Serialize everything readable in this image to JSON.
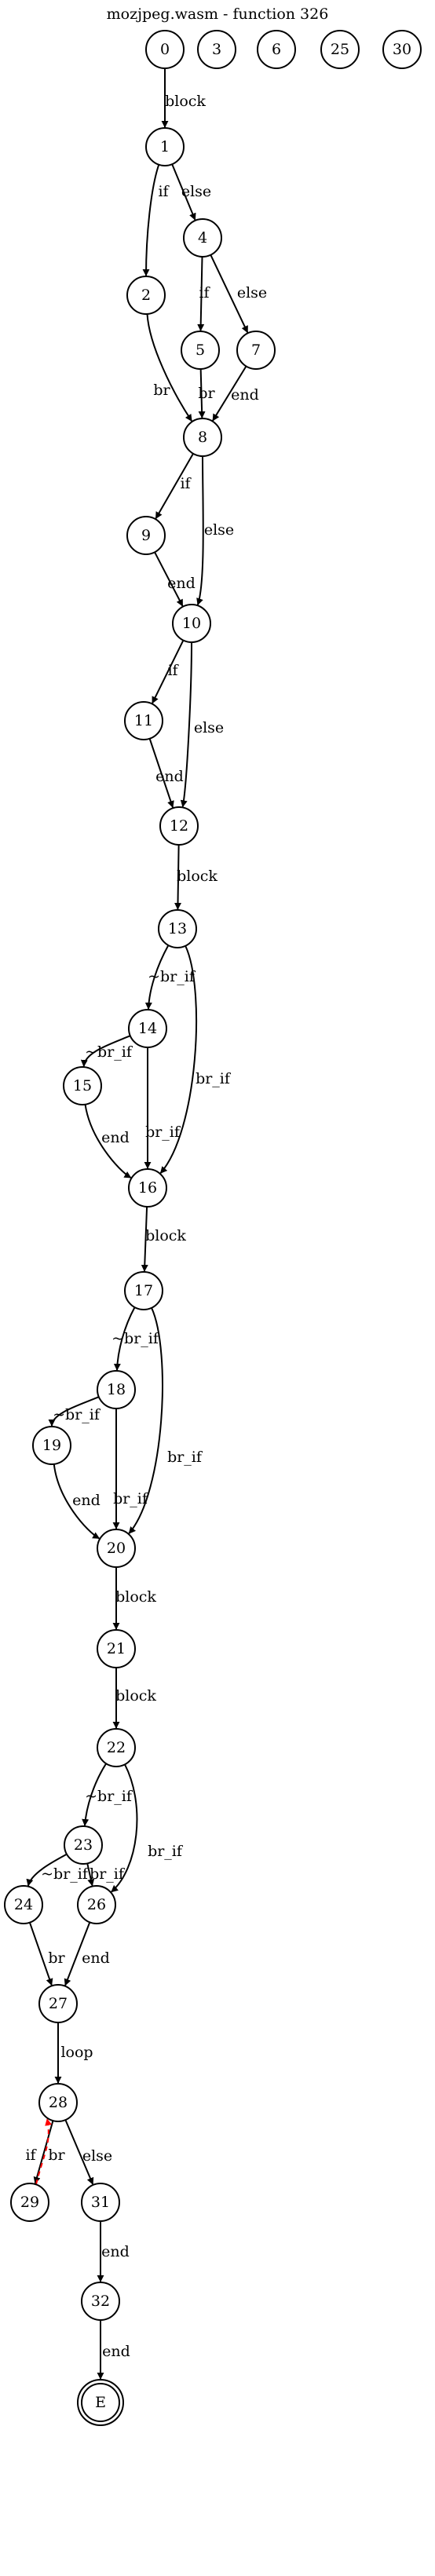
{
  "title": "mozjpeg.wasm - function 326",
  "nodes": [
    {
      "id": "0",
      "label": "0"
    },
    {
      "id": "3",
      "label": "3"
    },
    {
      "id": "6",
      "label": "6"
    },
    {
      "id": "25",
      "label": "25"
    },
    {
      "id": "30",
      "label": "30"
    },
    {
      "id": "1",
      "label": "1"
    },
    {
      "id": "4",
      "label": "4"
    },
    {
      "id": "2",
      "label": "2"
    },
    {
      "id": "5",
      "label": "5"
    },
    {
      "id": "7",
      "label": "7"
    },
    {
      "id": "8",
      "label": "8"
    },
    {
      "id": "9",
      "label": "9"
    },
    {
      "id": "10",
      "label": "10"
    },
    {
      "id": "11",
      "label": "11"
    },
    {
      "id": "12",
      "label": "12"
    },
    {
      "id": "13",
      "label": "13"
    },
    {
      "id": "14",
      "label": "14"
    },
    {
      "id": "15",
      "label": "15"
    },
    {
      "id": "16",
      "label": "16"
    },
    {
      "id": "17",
      "label": "17"
    },
    {
      "id": "18",
      "label": "18"
    },
    {
      "id": "19",
      "label": "19"
    },
    {
      "id": "20",
      "label": "20"
    },
    {
      "id": "21",
      "label": "21"
    },
    {
      "id": "22",
      "label": "22"
    },
    {
      "id": "23",
      "label": "23"
    },
    {
      "id": "24",
      "label": "24"
    },
    {
      "id": "26",
      "label": "26"
    },
    {
      "id": "27",
      "label": "27"
    },
    {
      "id": "28",
      "label": "28"
    },
    {
      "id": "29",
      "label": "29"
    },
    {
      "id": "31",
      "label": "31"
    },
    {
      "id": "32",
      "label": "32"
    },
    {
      "id": "E",
      "label": "E",
      "terminal": true
    }
  ],
  "edges": [
    {
      "from": "0",
      "to": "1",
      "label": "block"
    },
    {
      "from": "1",
      "to": "2",
      "label": "if"
    },
    {
      "from": "1",
      "to": "4",
      "label": "else"
    },
    {
      "from": "4",
      "to": "5",
      "label": "if"
    },
    {
      "from": "4",
      "to": "7",
      "label": "else"
    },
    {
      "from": "2",
      "to": "8",
      "label": "br"
    },
    {
      "from": "5",
      "to": "8",
      "label": "br"
    },
    {
      "from": "7",
      "to": "8",
      "label": "end"
    },
    {
      "from": "8",
      "to": "9",
      "label": "if"
    },
    {
      "from": "8",
      "to": "10",
      "label": "else"
    },
    {
      "from": "9",
      "to": "10",
      "label": "end"
    },
    {
      "from": "10",
      "to": "11",
      "label": "if"
    },
    {
      "from": "10",
      "to": "12",
      "label": "else"
    },
    {
      "from": "11",
      "to": "12",
      "label": "end"
    },
    {
      "from": "12",
      "to": "13",
      "label": "block"
    },
    {
      "from": "13",
      "to": "14",
      "label": "~br_if"
    },
    {
      "from": "13",
      "to": "16",
      "label": "br_if"
    },
    {
      "from": "14",
      "to": "15",
      "label": "~br_if"
    },
    {
      "from": "14",
      "to": "16",
      "label": "br_if"
    },
    {
      "from": "15",
      "to": "16",
      "label": "end"
    },
    {
      "from": "16",
      "to": "17",
      "label": "block"
    },
    {
      "from": "17",
      "to": "18",
      "label": "~br_if"
    },
    {
      "from": "17",
      "to": "20",
      "label": "br_if"
    },
    {
      "from": "18",
      "to": "19",
      "label": "~br_if"
    },
    {
      "from": "18",
      "to": "20",
      "label": "br_if"
    },
    {
      "from": "19",
      "to": "20",
      "label": "end"
    },
    {
      "from": "20",
      "to": "21",
      "label": "block"
    },
    {
      "from": "21",
      "to": "22",
      "label": "block"
    },
    {
      "from": "22",
      "to": "23",
      "label": "~br_if"
    },
    {
      "from": "22",
      "to": "26",
      "label": "br_if"
    },
    {
      "from": "23",
      "to": "24",
      "label": "~br_if"
    },
    {
      "from": "23",
      "to": "26",
      "label": "br_if"
    },
    {
      "from": "24",
      "to": "27",
      "label": "br"
    },
    {
      "from": "26",
      "to": "27",
      "label": "end"
    },
    {
      "from": "27",
      "to": "28",
      "label": "loop"
    },
    {
      "from": "28",
      "to": "29",
      "label": "if"
    },
    {
      "from": "29",
      "to": "28",
      "label": "br",
      "style": "dashed",
      "color": "#ff0000"
    },
    {
      "from": "28",
      "to": "31",
      "label": "else"
    },
    {
      "from": "31",
      "to": "32",
      "label": "end"
    },
    {
      "from": "32",
      "to": "E",
      "label": "end"
    }
  ]
}
